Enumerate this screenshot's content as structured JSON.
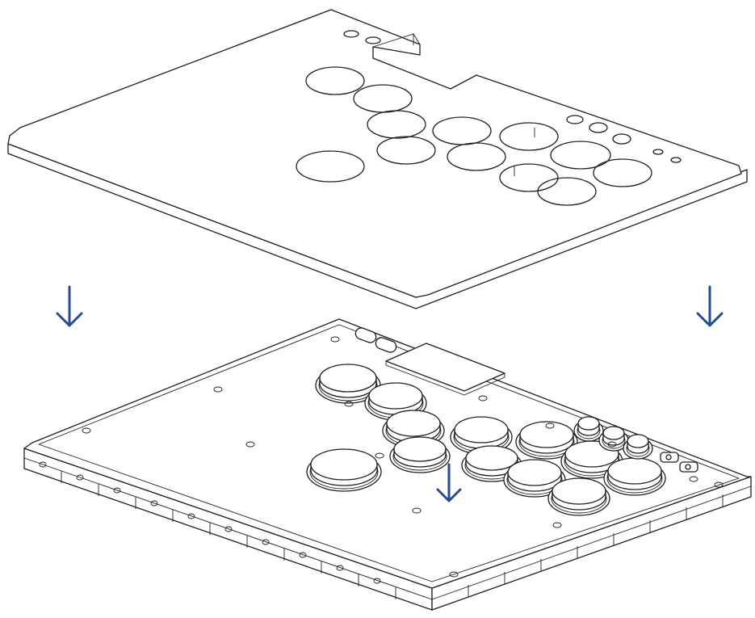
{
  "diagram": {
    "type": "exploded-assembly",
    "parts": [
      "top-plate",
      "controller-base"
    ],
    "arrow_count": 3,
    "colors": {
      "line": "#1e1e1e",
      "arrow": "#274b92",
      "background": "#ffffff"
    },
    "icons": [
      "down-arrow-icon",
      "down-arrow-icon",
      "down-arrow-icon"
    ]
  }
}
